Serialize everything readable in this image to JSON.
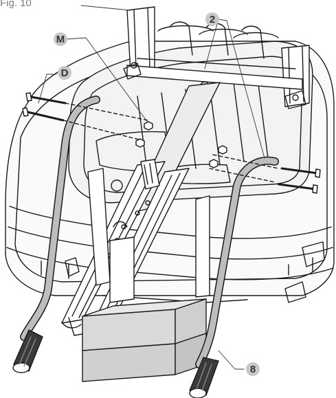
{
  "figure": {
    "label": "Fig. 10"
  },
  "callouts": {
    "c2": "2",
    "cM": "M",
    "cD": "D",
    "c8": "8"
  },
  "colors": {
    "line": "#1a1a1a",
    "callout_fill": "#c8c8c8",
    "handle_fill": "#bdbdbd",
    "box_fill": "#d9d9d9",
    "grip_fill": "#3a3a3a"
  },
  "icons": {
    "component": "seat-frame-assembly-drawing"
  }
}
